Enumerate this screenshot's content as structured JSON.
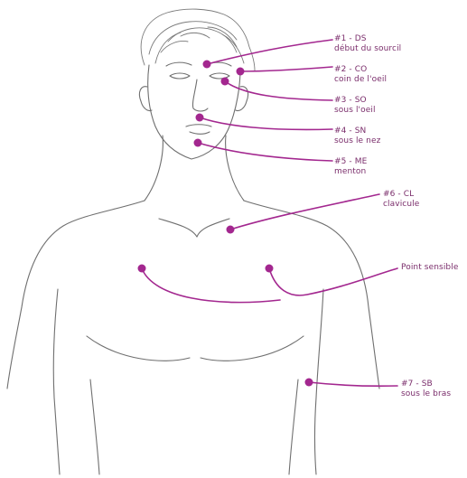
{
  "accent_color": "#a3278f",
  "points": [
    {
      "id": "1",
      "code": "#1 - DS",
      "name": "début du sourcil"
    },
    {
      "id": "2",
      "code": "#2 - CO",
      "name": "coin de l'oeil"
    },
    {
      "id": "3",
      "code": "#3 - SO",
      "name": "sous l'oeil"
    },
    {
      "id": "4",
      "code": "#4 - SN",
      "name": "sous le nez"
    },
    {
      "id": "5",
      "code": "#5 - ME",
      "name": "menton"
    },
    {
      "id": "6",
      "code": "#6 - CL",
      "name": "clavicule"
    },
    {
      "id": "sensible",
      "code": "Point sensible",
      "name": ""
    },
    {
      "id": "7",
      "code": "#7 - SB",
      "name": "sous le bras"
    }
  ]
}
